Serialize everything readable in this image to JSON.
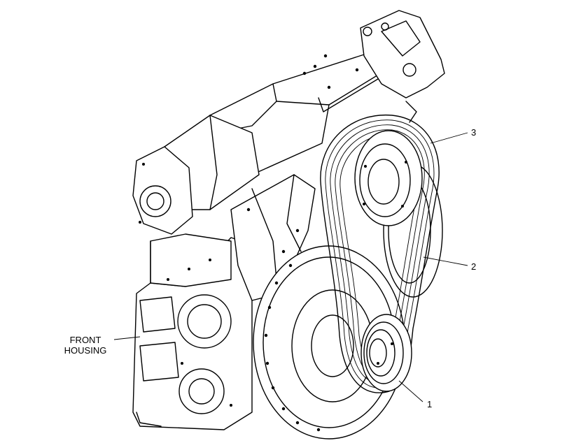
{
  "callouts": {
    "front_housing_line1": "FRONT",
    "front_housing_line2": "HOUSING",
    "item_3": "3",
    "item_2": "2",
    "item_1": "1"
  },
  "colors": {
    "ink": "#000000",
    "paper": "#ffffff"
  }
}
